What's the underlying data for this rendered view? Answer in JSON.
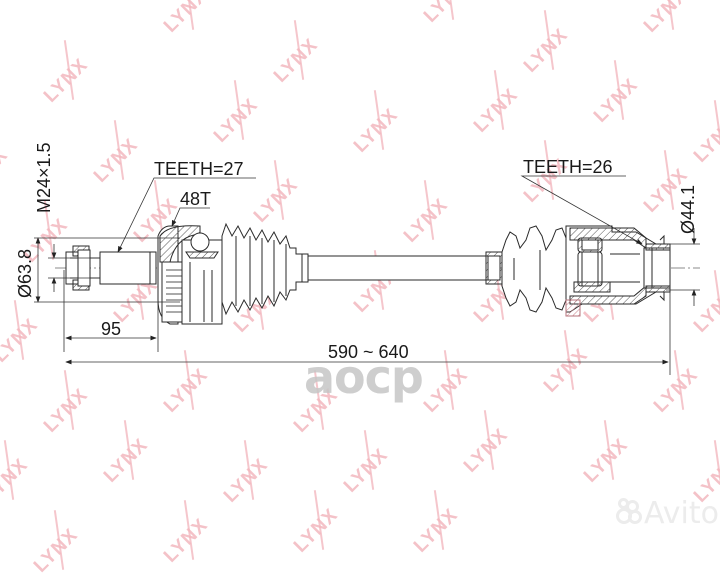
{
  "diagram": {
    "title": "CV drive shaft technical drawing",
    "brand_watermark": "LYNX",
    "labels": {
      "teeth_outer": "TEETH=27",
      "abs_ring": "48T",
      "teeth_inner": "TEETH=26",
      "thread": "M24×1.5",
      "outer_diameter": "Ø63.8",
      "inner_diameter": "Ø44.1",
      "stub_length": "95",
      "total_length": "590 ~ 640"
    },
    "overlays": {
      "center_logo": "aocp",
      "marketplace_logo": "Avito"
    },
    "colors": {
      "line": "#2a2a2a",
      "hatch": "#555555",
      "watermark": "#f3b8bf",
      "overlay_logo": "#c6c6c6"
    }
  }
}
